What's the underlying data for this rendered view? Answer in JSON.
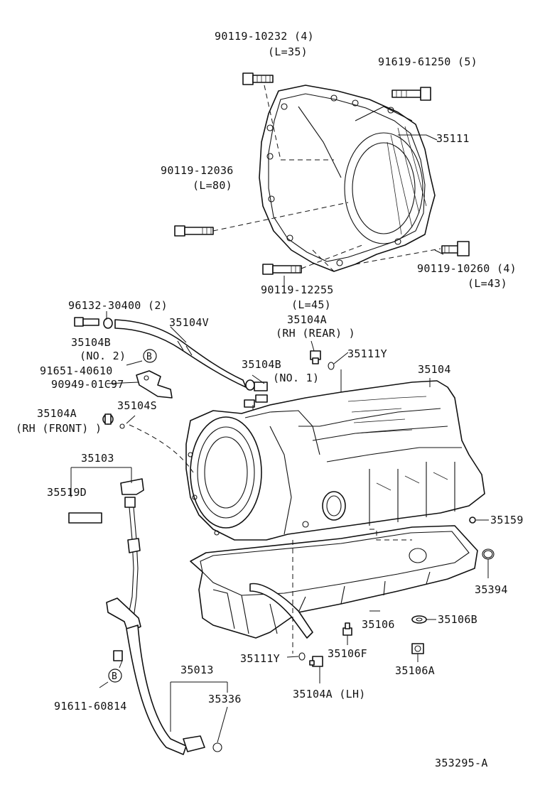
{
  "parts": {
    "bolt_90119_10232": {
      "number": "90119-10232",
      "qty": "(4)",
      "length": "(L=35)"
    },
    "bolt_91619_61250": {
      "number": "91619-61250",
      "qty": "(5)"
    },
    "housing_35111": {
      "number": "35111"
    },
    "bolt_90119_12036": {
      "number": "90119-12036",
      "length": "(L=80)"
    },
    "bolt_90119_10260": {
      "number": "90119-10260",
      "qty": "(4)",
      "length": "(L=43)"
    },
    "bolt_90119_12255": {
      "number": "90119-12255",
      "length": "(L=45)"
    },
    "clamp_96132_30400": {
      "number": "96132-30400",
      "qty": "(2)"
    },
    "hose_35104V": {
      "number": "35104V"
    },
    "plug_35104A_rh_rear": {
      "number": "35104A",
      "note": "(RH (REAR) )"
    },
    "union_35104B_no2": {
      "number": "35104B",
      "note": "(NO. 2)"
    },
    "oring_35111Y_top": {
      "number": "35111Y"
    },
    "bolt_91651_40610": {
      "number": "91651-40610",
      "marker": "B"
    },
    "union_35104B_no1": {
      "number": "35104B",
      "note": "(NO. 1)"
    },
    "case_35104": {
      "number": "35104"
    },
    "clamp_90949_01C97": {
      "number": "90949-01C97"
    },
    "plug_35104A_rh_front": {
      "number": "35104A",
      "note": "(RH (FRONT) )"
    },
    "oring_35104S": {
      "number": "35104S"
    },
    "gauge_35103": {
      "number": "35103"
    },
    "tube_35519D": {
      "number": "35519D"
    },
    "plug_35159": {
      "number": "35159"
    },
    "gasket_35394": {
      "number": "35394"
    },
    "pan_35106": {
      "number": "35106"
    },
    "washer_35106B": {
      "number": "35106B"
    },
    "bolt_35106F": {
      "number": "35106F"
    },
    "oring_35111Y_bottom": {
      "number": "35111Y"
    },
    "plug_35106A": {
      "number": "35106A"
    },
    "guide_35013": {
      "number": "35013"
    },
    "bolt_91611_60814": {
      "number": "91611-60814",
      "marker": "B"
    },
    "oring_35336": {
      "number": "35336"
    },
    "plug_35104A_lh": {
      "number": "35104A (LH)"
    }
  },
  "diagram_id": "353295-A"
}
